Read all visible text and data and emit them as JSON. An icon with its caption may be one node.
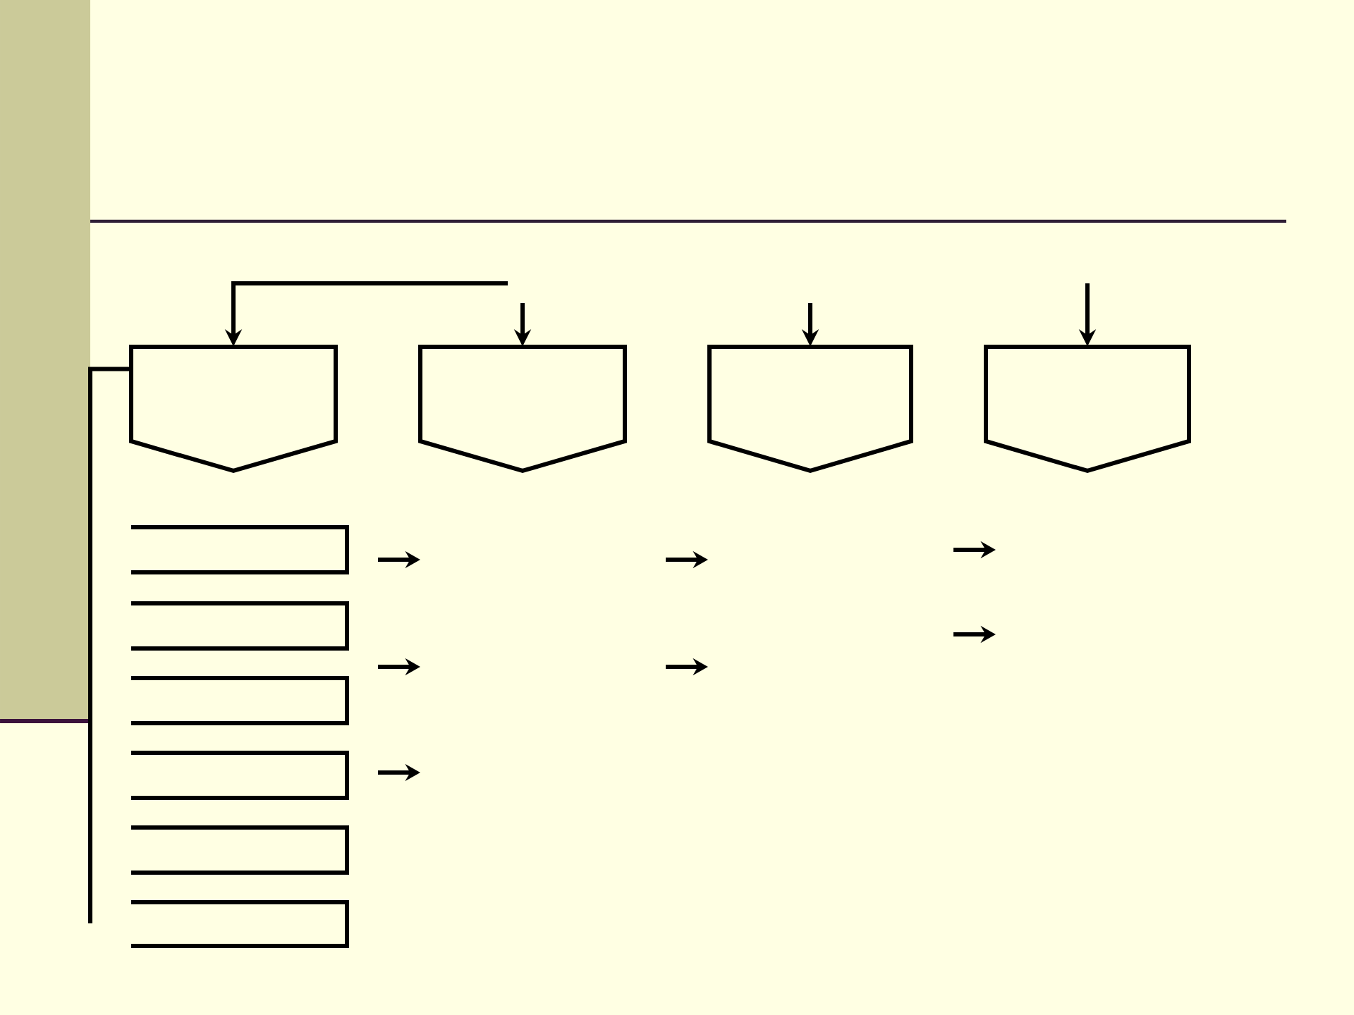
{
  "diagram": {
    "nodes": [
      {
        "text": [],
        "shape": "bar"
      },
      {
        "text": [],
        "shape": "pentagon"
      },
      {
        "text": [],
        "shape": "pentagon"
      },
      {
        "text": [],
        "shape": "pentagon"
      },
      {
        "text": [],
        "shape": "pentagon"
      },
      {
        "text": [],
        "shape": "bracket"
      },
      {
        "text": [],
        "shape": "bracket"
      },
      {
        "text": [],
        "shape": "bracket"
      },
      {
        "text": [],
        "shape": "bracket"
      },
      {
        "text": [],
        "shape": "bracket"
      },
      {
        "text": [],
        "shape": "bracket"
      }
    ],
    "edges": [
      {
        "from": null,
        "to": 1,
        "arrow": "to"
      },
      {
        "from": null,
        "to": 2,
        "arrow": "to"
      },
      {
        "from": null,
        "to": 3,
        "arrow": "to"
      },
      {
        "from": null,
        "to": 4,
        "arrow": "to"
      },
      {
        "from": 1,
        "to": null,
        "arrow": "none"
      }
    ]
  }
}
